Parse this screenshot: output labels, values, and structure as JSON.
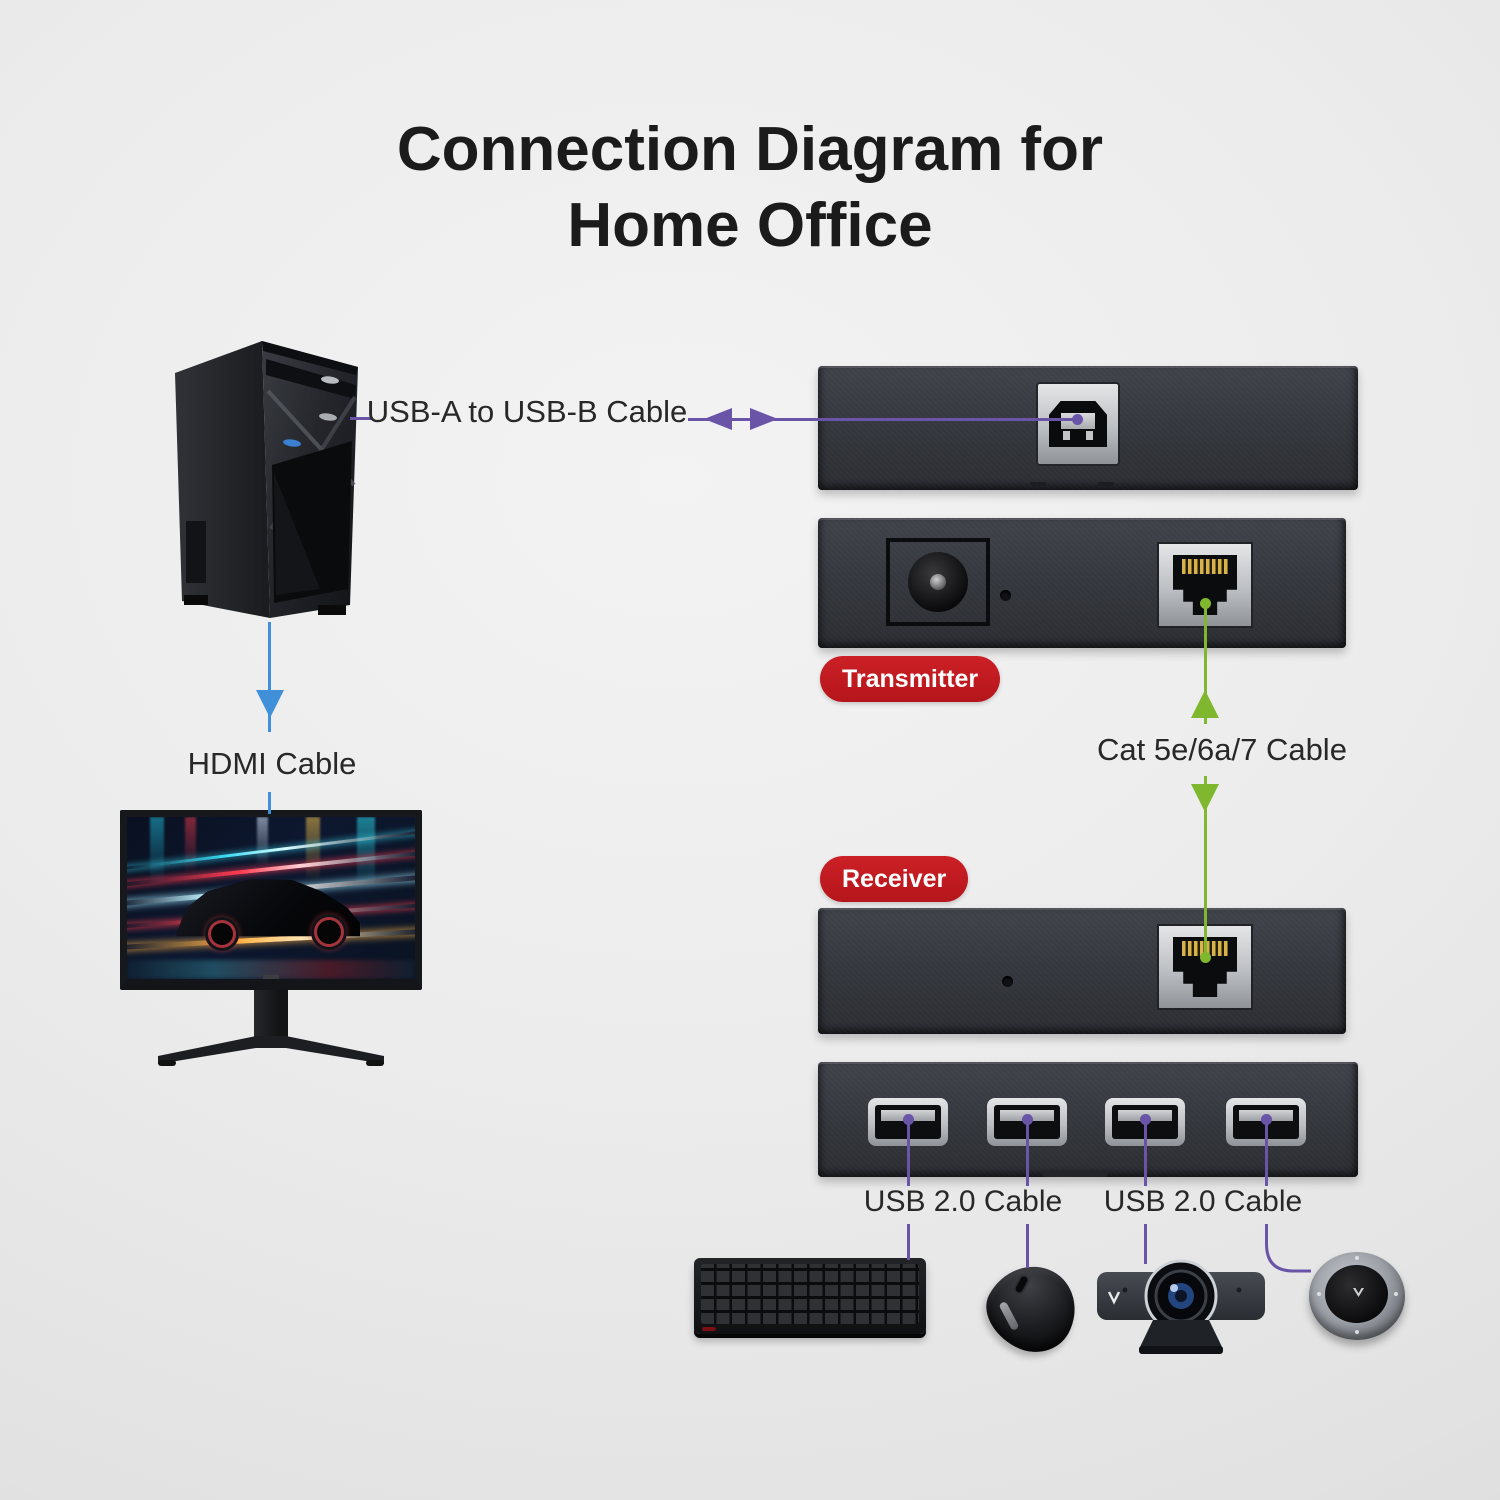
{
  "title": {
    "line1": "Connection Diagram for",
    "line2": "Home Office"
  },
  "labels": {
    "usb_ab_cable": "USB-A to USB-B Cable",
    "hdmi_cable": "HDMI Cable",
    "cat_cable": "Cat 5e/6a/7 Cable",
    "usb20_cable_left": "USB 2.0 Cable",
    "usb20_cable_right": "USB 2.0 Cable"
  },
  "badges": {
    "transmitter": "Transmitter",
    "receiver": "Receiver"
  },
  "devices": {
    "pc": "desktop-pc-tower",
    "monitor": "monitor",
    "transmitter_unit_usb": "transmitter-usb-b-side",
    "transmitter_unit_lan": "transmitter-power-and-rj45-side",
    "receiver_unit_lan": "receiver-rj45-side",
    "receiver_unit_hub": "receiver-4-port-usb-side",
    "keyboard": "keyboard",
    "mouse": "mouse",
    "webcam": "webcam",
    "speakerphone": "speakerphone"
  },
  "colors": {
    "usb_cable_purple": "#6a54a8",
    "cat_cable_green": "#7fb82e",
    "hdmi_cable_blue": "#3f8fd9",
    "badge_red": "#c01b20",
    "background": "#ececec",
    "title_text": "#1b1b1b"
  }
}
